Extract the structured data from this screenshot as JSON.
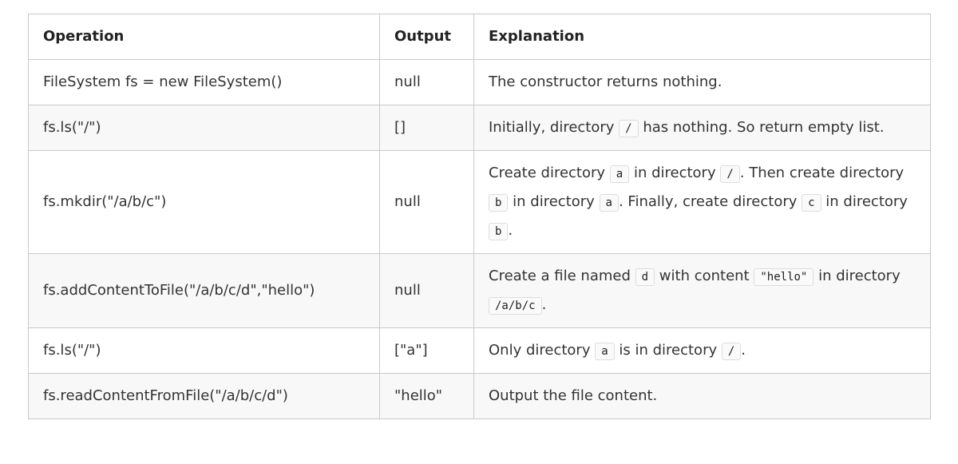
{
  "table": {
    "headers": [
      "Operation",
      "Output",
      "Explanation"
    ],
    "rows": [
      {
        "operation": "FileSystem fs = new FileSystem()",
        "output": "null",
        "explanation": [
          {
            "type": "text",
            "value": "The constructor returns nothing."
          }
        ]
      },
      {
        "operation": "fs.ls(\"/\")",
        "output": "[]",
        "explanation": [
          {
            "type": "text",
            "value": "Initially, directory "
          },
          {
            "type": "code",
            "value": "/"
          },
          {
            "type": "text",
            "value": " has nothing. So return empty list."
          }
        ]
      },
      {
        "operation": "fs.mkdir(\"/a/b/c\")",
        "output": "null",
        "explanation": [
          {
            "type": "text",
            "value": "Create directory "
          },
          {
            "type": "code",
            "value": "a"
          },
          {
            "type": "text",
            "value": " in directory "
          },
          {
            "type": "code",
            "value": "/"
          },
          {
            "type": "text",
            "value": ". Then create directory "
          },
          {
            "type": "code",
            "value": "b"
          },
          {
            "type": "text",
            "value": " in directory "
          },
          {
            "type": "code",
            "value": "a"
          },
          {
            "type": "text",
            "value": ". Finally, create directory "
          },
          {
            "type": "code",
            "value": "c"
          },
          {
            "type": "text",
            "value": " in directory "
          },
          {
            "type": "code",
            "value": "b"
          },
          {
            "type": "text",
            "value": "."
          }
        ]
      },
      {
        "operation": "fs.addContentToFile(\"/a/b/c/d\",\"hello\")",
        "output": "null",
        "explanation": [
          {
            "type": "text",
            "value": "Create a file named "
          },
          {
            "type": "code",
            "value": "d"
          },
          {
            "type": "text",
            "value": " with content "
          },
          {
            "type": "code",
            "value": "\"hello\""
          },
          {
            "type": "text",
            "value": " in directory "
          },
          {
            "type": "code",
            "value": "/a/b/c"
          },
          {
            "type": "text",
            "value": "."
          }
        ]
      },
      {
        "operation": "fs.ls(\"/\")",
        "output": "[\"a\"]",
        "explanation": [
          {
            "type": "text",
            "value": "Only directory "
          },
          {
            "type": "code",
            "value": "a"
          },
          {
            "type": "text",
            "value": " is in directory "
          },
          {
            "type": "code",
            "value": "/"
          },
          {
            "type": "text",
            "value": "."
          }
        ]
      },
      {
        "operation": "fs.readContentFromFile(\"/a/b/c/d\")",
        "output": "\"hello\"",
        "explanation": [
          {
            "type": "text",
            "value": "Output the file content."
          }
        ]
      }
    ]
  },
  "colors": {
    "table_border": "#c9c9c9",
    "stripe_background": "#f8f8f8",
    "header_text": "#222222",
    "body_text": "#333333",
    "code_background": "#fafafa",
    "code_border": "#dddddd"
  }
}
